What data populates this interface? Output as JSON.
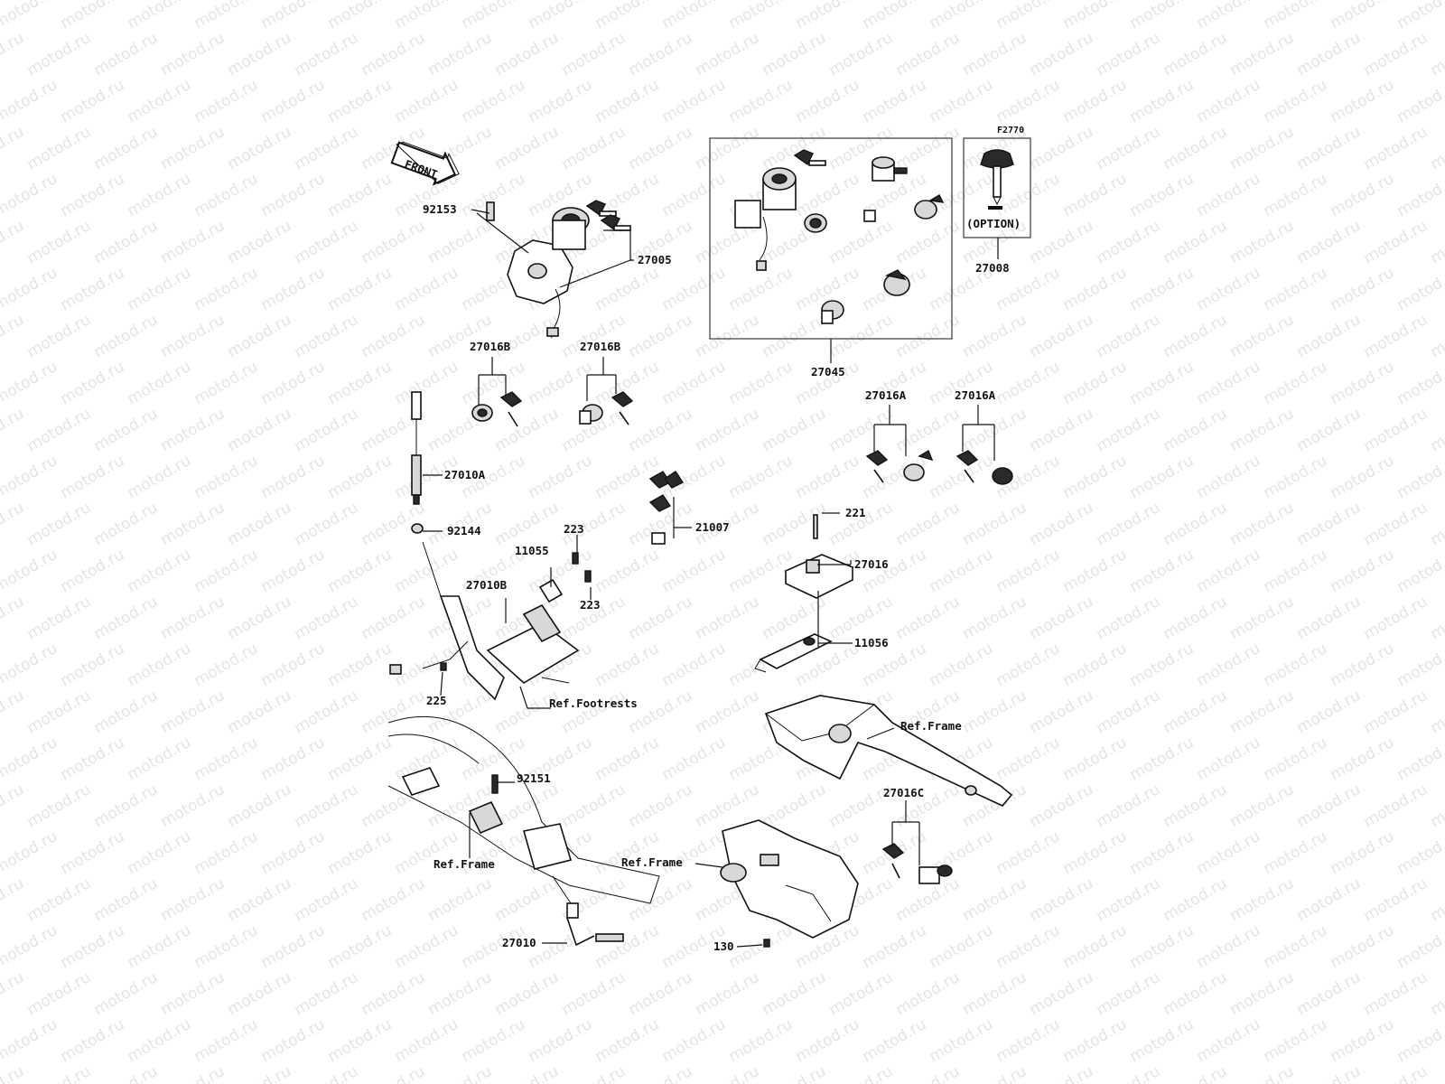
{
  "watermark": "motod.ru",
  "front_arrow": "FRONT",
  "option_box": {
    "code": "F2770",
    "note": "(OPTION)"
  },
  "labels": {
    "p92153": "92153",
    "p27005": "27005",
    "p27008": "27008",
    "p27045": "27045",
    "p27016B_1": "27016B",
    "p27016B_2": "27016B",
    "p27016A_1": "27016A",
    "p27016A_2": "27016A",
    "p27010A": "27010A",
    "p92144": "92144",
    "p21007": "21007",
    "p221": "221",
    "p27016": "27016",
    "p223_1": "223",
    "p223_2": "223",
    "p11055": "11055",
    "p27010B": "27010B",
    "p11056": "11056",
    "p225": "225",
    "ref_footrests": "Ref.Footrests",
    "ref_frame_1": "Ref.Frame",
    "ref_frame_2": "Ref.Frame",
    "ref_frame_3": "Ref.Frame",
    "p92151": "92151",
    "p27016C": "27016C",
    "p27010": "27010",
    "p130": "130"
  }
}
